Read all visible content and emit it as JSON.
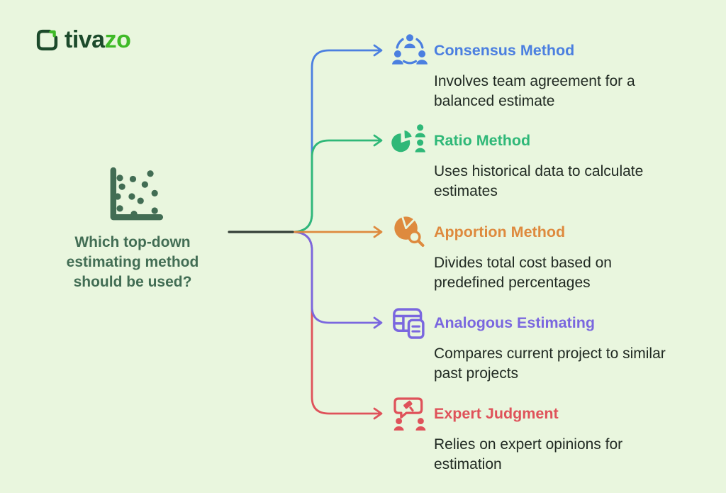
{
  "background_color": "#E9F6DE",
  "brand": {
    "logo_icon": "rounded-square-corner-mark",
    "logo_text_primary": "tiva",
    "logo_text_accent": "zo",
    "logo_primary_color": "#1C4A2B",
    "logo_accent_color": "#3FBA27"
  },
  "question": {
    "text": "Which top-down estimating method should be used?",
    "icon": "scatter-plot-icon",
    "color": "#426D54"
  },
  "connector": {
    "trunk_color": "#333E37"
  },
  "methods": [
    {
      "title": "Consensus Method",
      "description": "Involves team agreement for a balanced estimate",
      "color": "#4B7FE0",
      "icon": "team-circle-icon"
    },
    {
      "title": "Ratio Method",
      "description": "Uses historical data to calculate estimates",
      "color": "#2FB878",
      "icon": "pie-chart-people-icon"
    },
    {
      "title": "Apportion Method",
      "description": "Divides total cost based on predefined percentages",
      "color": "#DE8A3E",
      "icon": "pie-chart-magnifier-icon"
    },
    {
      "title": "Analogous Estimating",
      "description": "Compares current project to similar past projects",
      "color": "#7A67DF",
      "icon": "table-document-icon"
    },
    {
      "title": "Expert Judgment",
      "description": "Relies on expert opinions for estimation",
      "color": "#DF525A",
      "icon": "gavel-speech-people-icon"
    }
  ]
}
